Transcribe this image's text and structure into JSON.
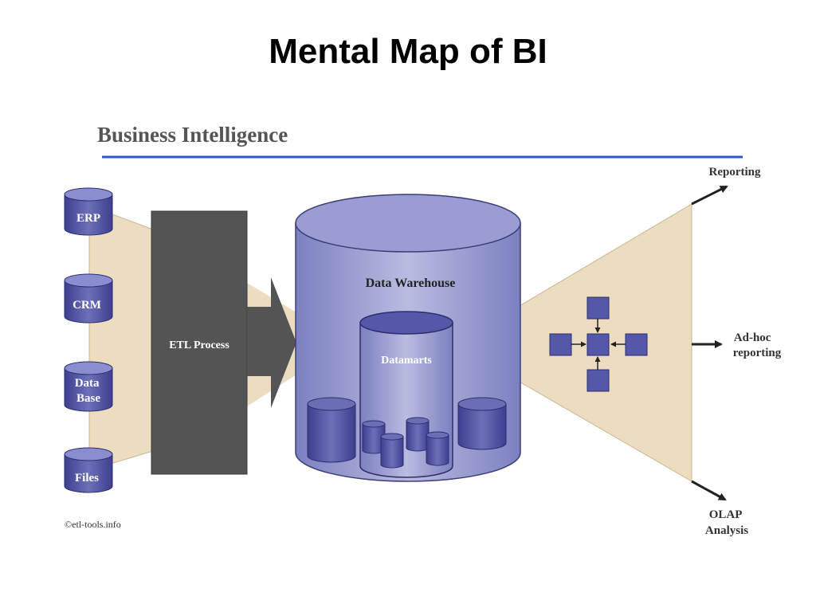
{
  "slide": {
    "title": "Mental Map of BI"
  },
  "diagram": {
    "heading": "Business Intelligence",
    "sources": [
      "ERP",
      "CRM",
      "Data\nBase",
      "Files"
    ],
    "etl_label": "ETL Process",
    "warehouse_label": "Data Warehouse",
    "datamarts_label": "Datamarts",
    "outputs": {
      "reporting": "Reporting",
      "adhoc": "Ad-hoc\nreporting",
      "olap": "OLAP\nAnalysis"
    },
    "credit": "©etl-tools.info"
  },
  "colors": {
    "accent_line": "#2f57d8",
    "funnel": "#ecdcc0",
    "etl_box": "#545454",
    "cylinder": "#8c8fc6",
    "node": "#5558a8"
  }
}
